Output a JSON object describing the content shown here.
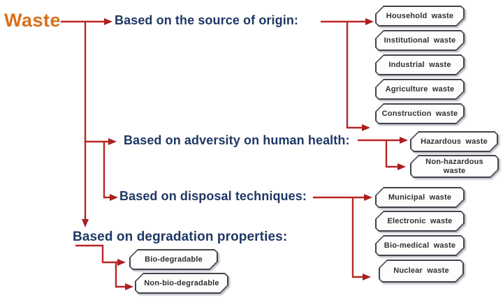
{
  "title": {
    "label": "Waste"
  },
  "colors": {
    "title_orange": "#D9701C",
    "heading_navy": "#1F3864",
    "connector_red": "#B92525",
    "box_border": "#41434C",
    "box_text": "#2E2F34",
    "box_fill": "#FDFDFE",
    "background": "#FFFFFF"
  },
  "branches": [
    {
      "id": "source",
      "label": "Based on the source of origin:",
      "boxes": [
        "Household waste",
        "Institutional waste",
        "Industrial waste",
        "Agriculture waste",
        "Construction waste"
      ]
    },
    {
      "id": "health",
      "label": "Based on adversity on human health:",
      "boxes": [
        "Hazardous waste",
        "Non-hazardous waste"
      ]
    },
    {
      "id": "disposal",
      "label": "Based on disposal techniques:",
      "boxes": [
        "Municipal waste",
        "Electronic waste",
        "Bio-medical waste",
        "Nuclear waste"
      ]
    },
    {
      "id": "degradation",
      "label": "Based on degradation properties:",
      "boxes": [
        "Bio-degradable",
        "Non-bio-degradable"
      ]
    }
  ]
}
